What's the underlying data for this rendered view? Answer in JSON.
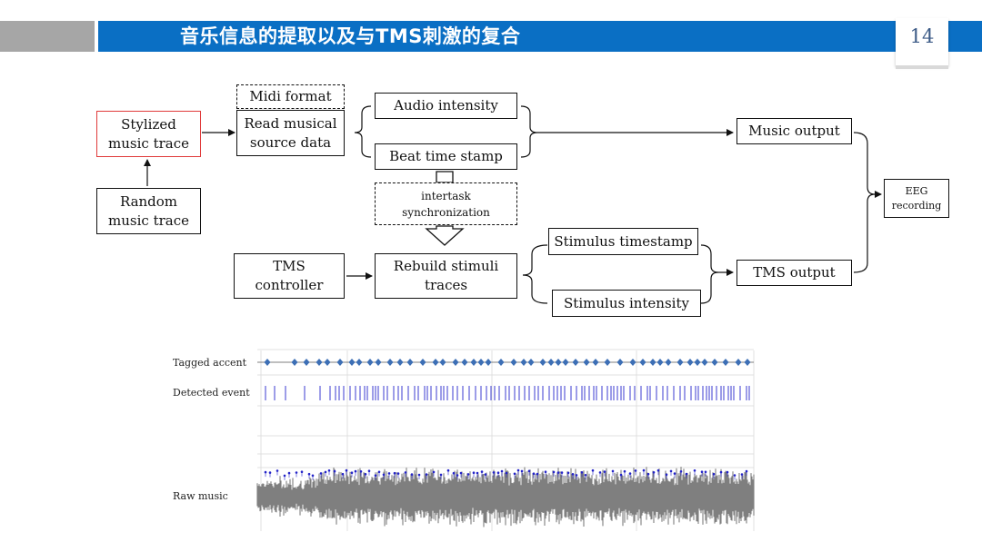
{
  "header": {
    "title": "音乐信息的提取以及与TMS刺激的复合",
    "page_number": "14",
    "accent_color": "#0a6fc4",
    "gray_color": "#a6a6a6"
  },
  "diagram": {
    "nodes": {
      "stylized": "Stylized\nmusic trace",
      "random": "Random\nmusic trace",
      "midi": "Midi format",
      "read_source": "Read musical\nsource data",
      "audio_intensity": "Audio intensity",
      "beat_time": "Beat time stamp",
      "intertask": "intertask\nsynchronization",
      "music_output": "Music output",
      "eeg": "EEG\nrecording",
      "tms_controller": "TMS\ncontroller",
      "rebuild": "Rebuild stimuli\ntraces",
      "stim_timestamp": "Stimulus timestamp",
      "stim_intensity": "Stimulus intensity",
      "tms_output": "TMS output"
    },
    "highlight_color": "#e03a3a"
  },
  "plot": {
    "labels": {
      "tagged": "Tagged accent",
      "detected": "Detected event",
      "raw": "Raw music"
    },
    "colors": {
      "accent_marker": "#3d6fb5",
      "event_line": "#3b3bd1",
      "waveform": "#7f7f7f",
      "peak_marker": "#2323c8"
    }
  }
}
